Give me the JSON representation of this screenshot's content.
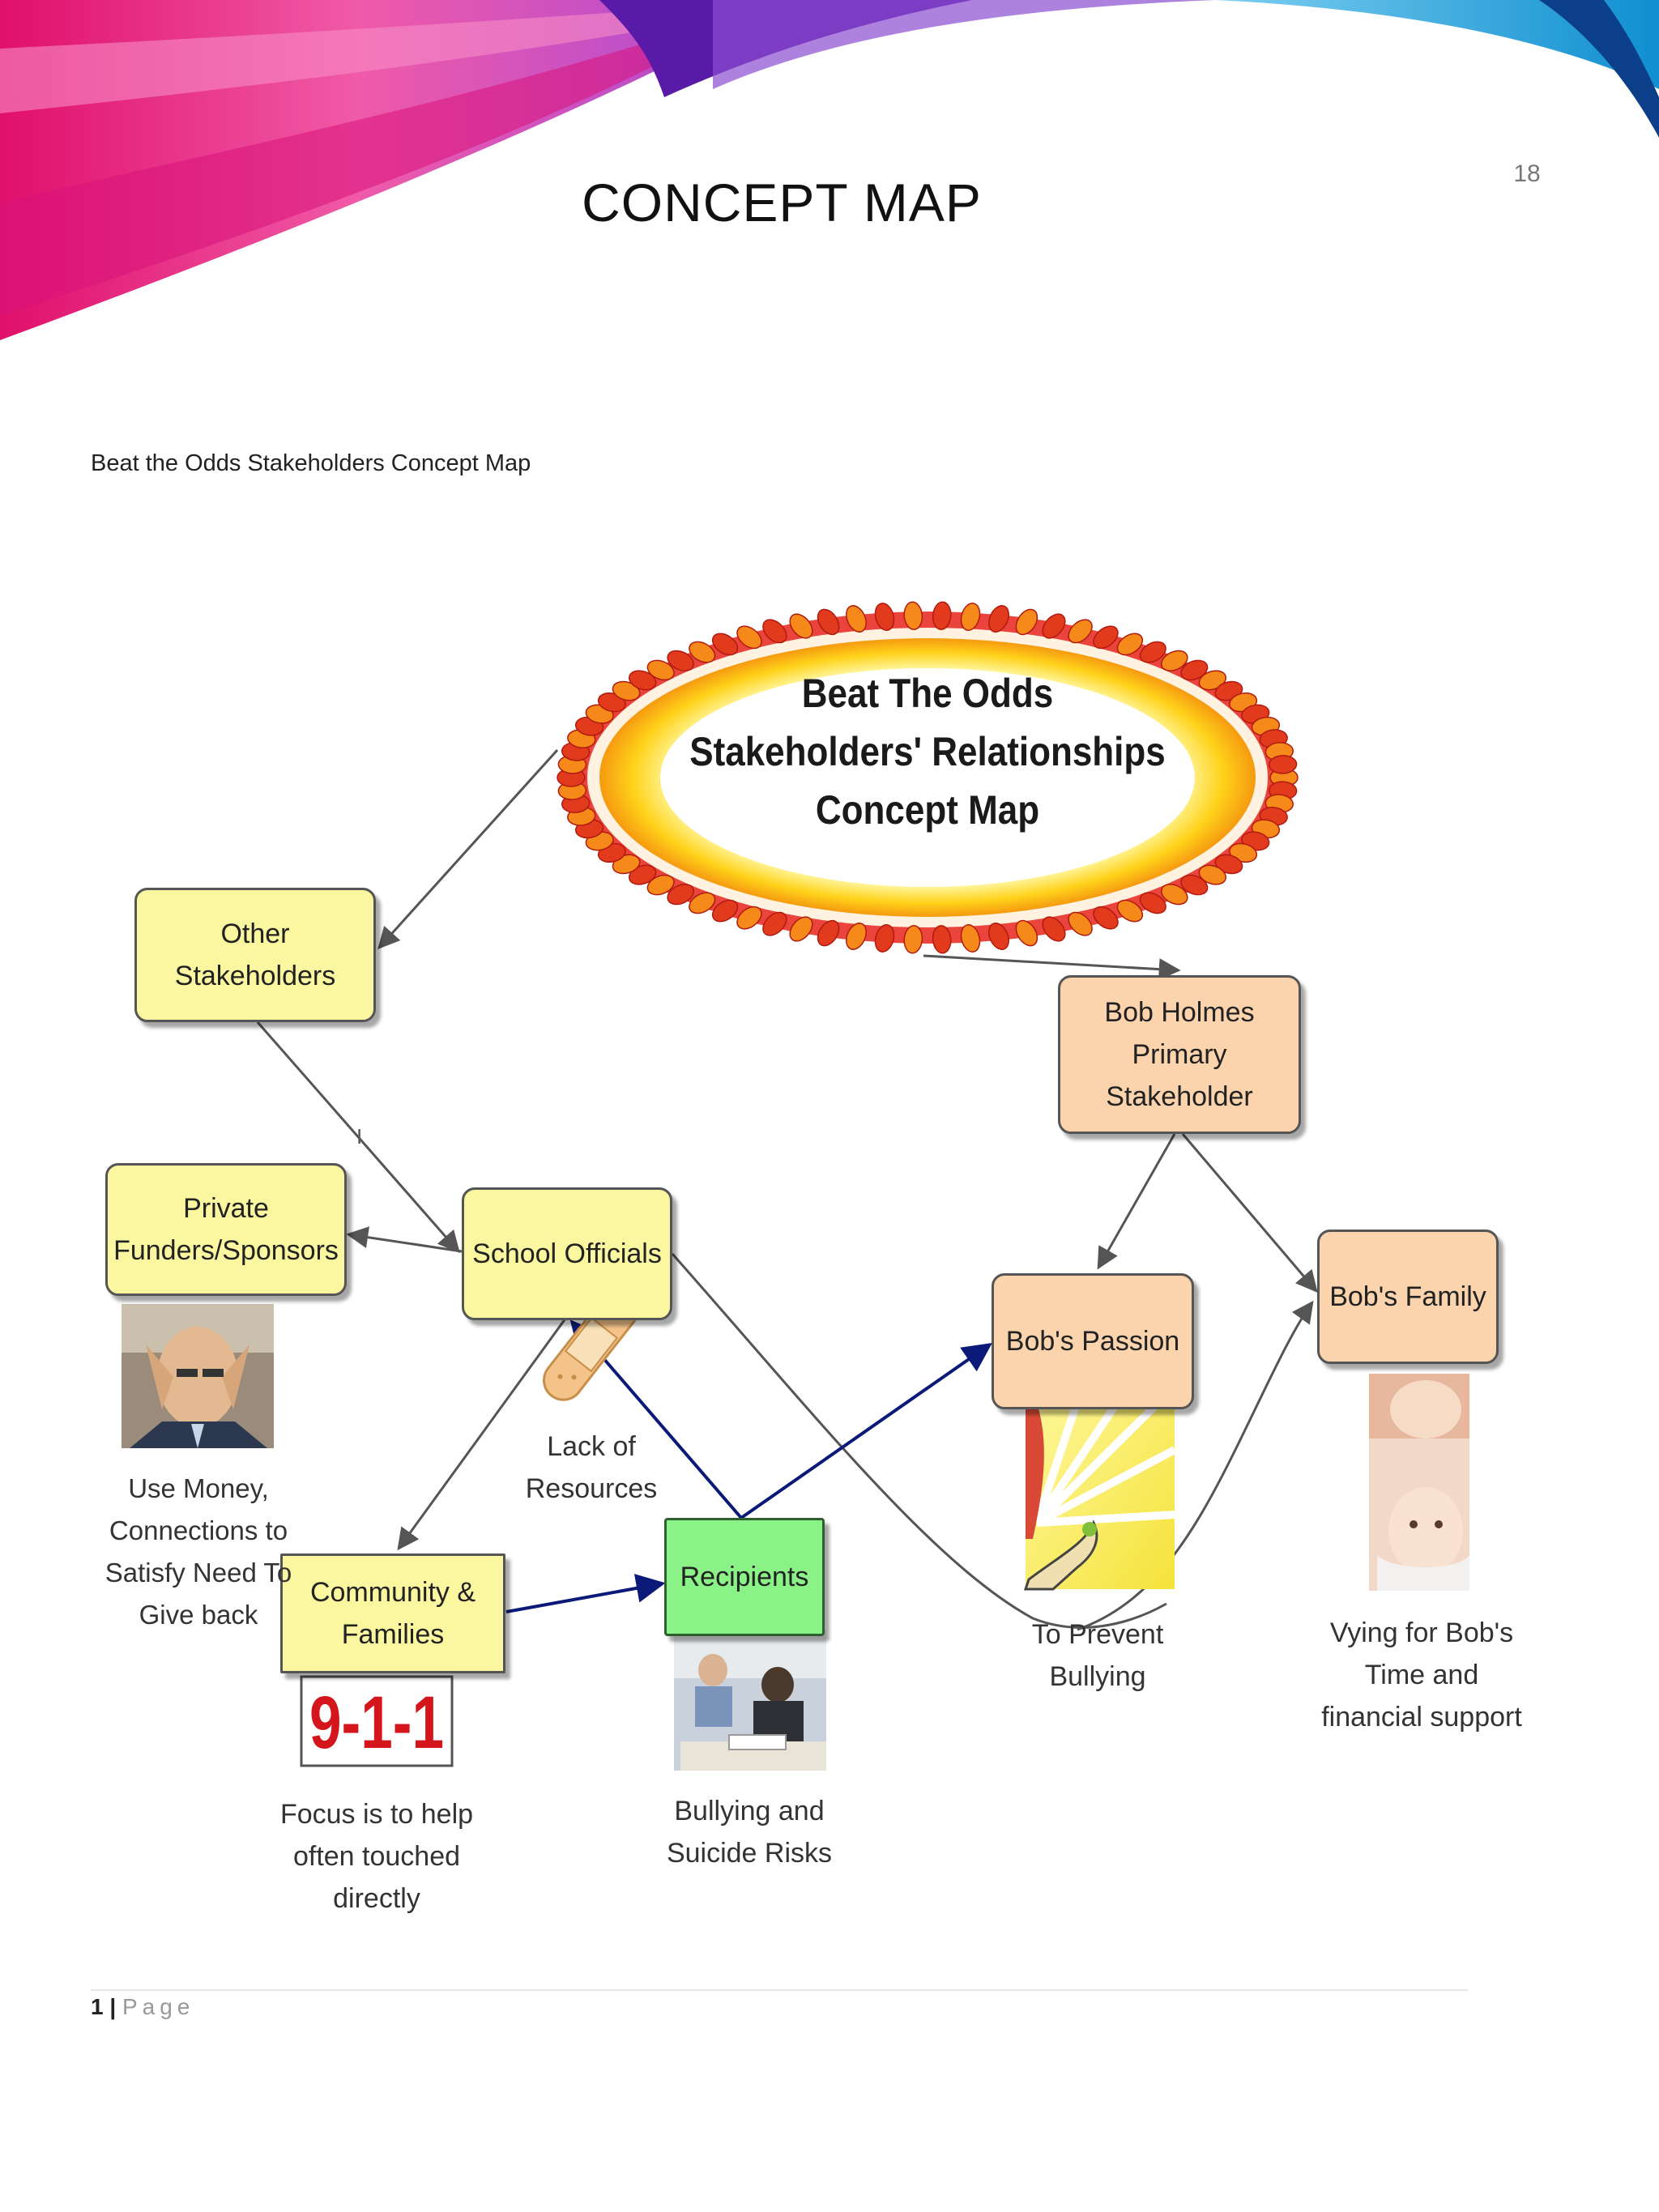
{
  "slide": {
    "title": "CONCEPT MAP",
    "number": "18"
  },
  "document": {
    "heading": "Beat the Odds Stakeholders Concept Map",
    "footer_number": "1",
    "footer_separator": "|",
    "footer_word": "Page"
  },
  "diagram": {
    "central_title": "Beat The Odds\nStakeholders' Relationships\nConcept Map",
    "nodes": {
      "other_stakeholders": "Other\nStakeholders",
      "bob_holmes": "Bob Holmes\nPrimary\nStakeholder",
      "private_funders": "Private\nFunders/Sponsors",
      "school_officials": "School Officials",
      "bobs_passion": "Bob's Passion",
      "bobs_family": "Bob's Family",
      "community_families": "Community &\nFamilies",
      "recipients": "Recipients"
    },
    "labels": {
      "use_money": "Use Money,\nConnections to\nSatisfy Need To\nGive back",
      "lack_of_resources": "Lack of\nResources",
      "to_prevent_bullying": "To  Prevent\nBullying",
      "vying": "Vying for Bob's\nTime and\nfinancial support",
      "focus": "Focus is to help\noften touched\ndirectly",
      "bullying_risks": "Bullying and\nSuicide Risks",
      "emergency_number": "9-1-1",
      "edge_mark": "I"
    }
  },
  "colors": {
    "magenta": "#e8127e",
    "pink": "#f46ab4",
    "purple": "#6a1fb8",
    "cyan": "#16a9e0",
    "node_yellow": "#fbf7a0",
    "node_peach": "#fbd3ad",
    "node_green": "#8af286",
    "arrow_dark_blue": "#0b1a78",
    "arrow_gray": "#555555"
  }
}
